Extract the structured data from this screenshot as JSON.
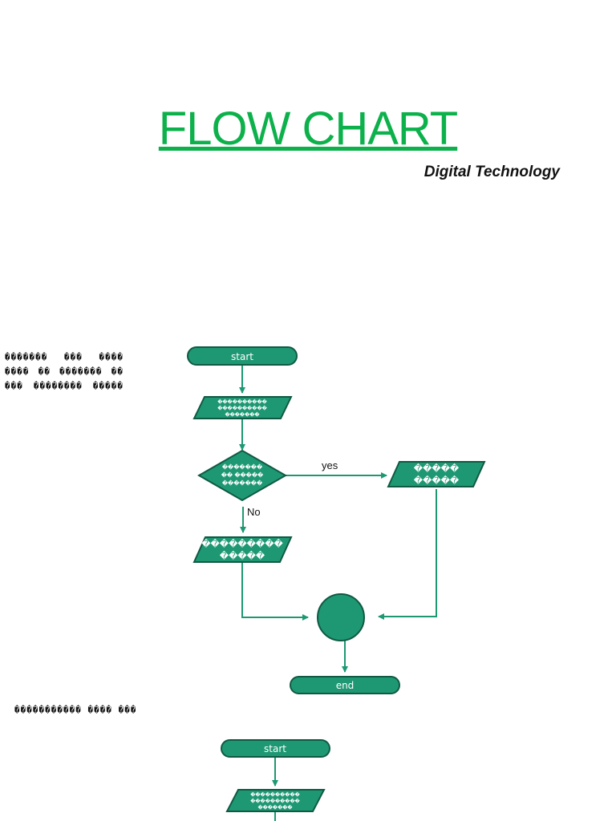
{
  "title": "FLOW CHART",
  "subtitle": "Digital Technology",
  "notes": {
    "note1_lines": [
      "������� ��� ���� ���� �� ������� �� ��� �������� �����"
    ],
    "note2": "����������� ���� ���"
  },
  "flowchart1": {
    "start": "start",
    "input": [
      "����������",
      "����������",
      "�������"
    ],
    "decision": [
      "�������",
      "�� �����",
      "�������"
    ],
    "yes_label": "yes",
    "no_label": "No",
    "yes_output": [
      "�����",
      "�����"
    ],
    "no_output": [
      "���������",
      "�����"
    ],
    "end": "end"
  },
  "flowchart2": {
    "start": "start",
    "input": [
      "����������",
      "����������",
      "�������"
    ]
  },
  "colors": {
    "title": "#0db14b",
    "shape_fill": "#1e9873",
    "shape_stroke": "#0f5a43",
    "connector": "#1e9873"
  }
}
